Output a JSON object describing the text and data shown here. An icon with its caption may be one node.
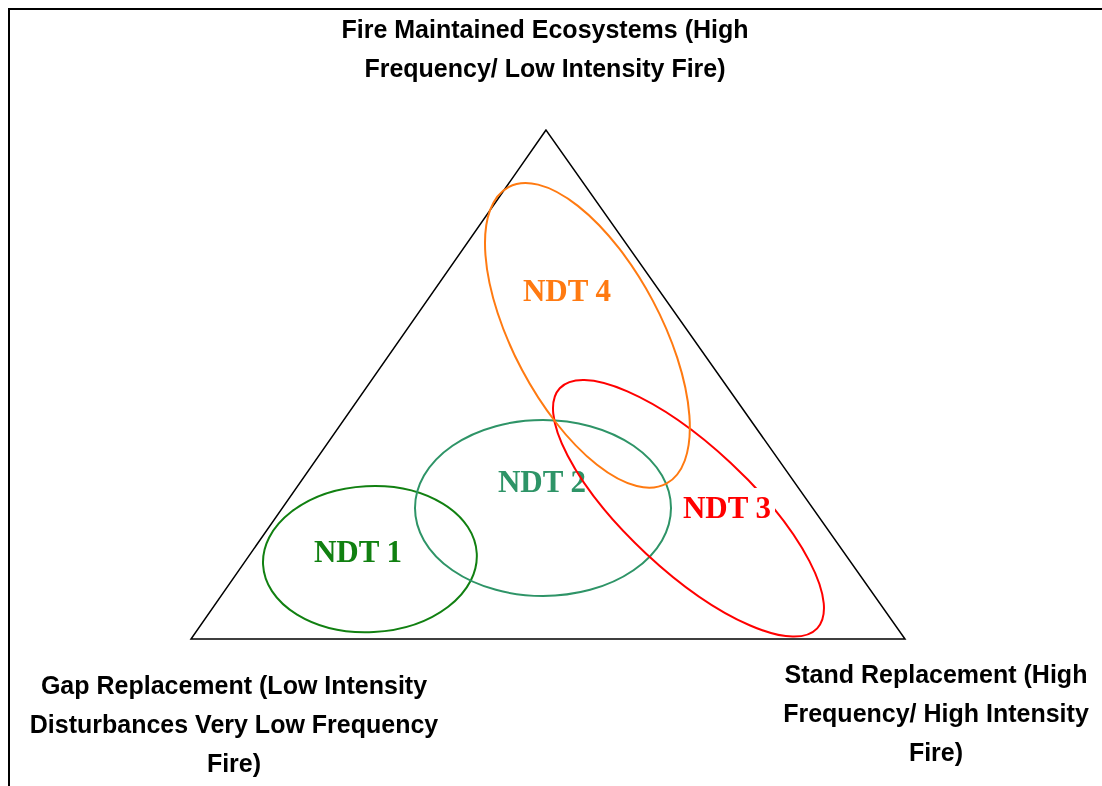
{
  "diagram": {
    "nodes": [
      {
        "text": [
          "NDT 1"
        ]
      },
      {
        "text": [
          "NDT 2"
        ]
      },
      {
        "text": [
          "NDT 3"
        ]
      },
      {
        "text": [
          "NDT 4"
        ]
      }
    ],
    "labels": [
      "Fire Maintained Ecosystems (High Frequency/ Low Intensity Fire)",
      "Gap Replacement (Low Intensity Disturbances Very Low Frequency Fire)",
      "Stand Replacement (High Frequency/ High Intensity Fire)"
    ]
  }
}
